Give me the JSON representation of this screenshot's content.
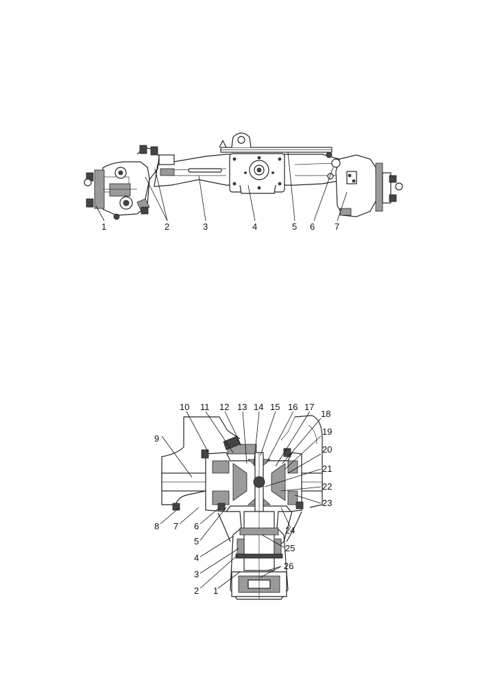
{
  "figure_top": {
    "labels": [
      "1",
      "2",
      "3",
      "4",
      "5",
      "6",
      "7"
    ]
  },
  "figure_bottom": {
    "labels": [
      "1",
      "2",
      "3",
      "4",
      "5",
      "6",
      "7",
      "8",
      "9",
      "10",
      "11",
      "12",
      "13",
      "14",
      "15",
      "16",
      "17",
      "18",
      "19",
      "20",
      "21",
      "22",
      "23",
      "24",
      "25",
      "26"
    ]
  }
}
